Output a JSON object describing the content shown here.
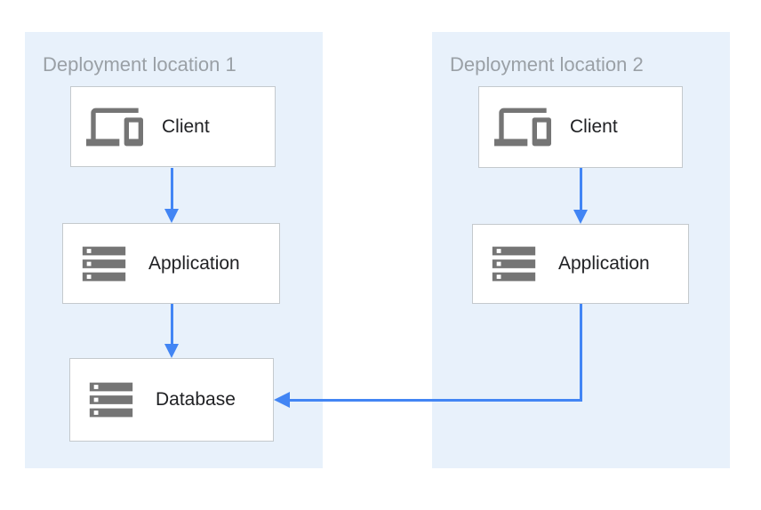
{
  "colors": {
    "zone_bg": "#E8F1FB",
    "zone_label": "#9AA0A6",
    "node_bg": "#FFFFFF",
    "node_border": "#C4C9CD",
    "node_label": "#202124",
    "icon": "#757575",
    "arrow": "#4285F4",
    "page_bg": "#FFFFFF"
  },
  "diagram": {
    "zones": [
      {
        "label": "Deployment location 1",
        "nodes": [
          {
            "id": "client-1",
            "icon": "devices-icon",
            "label": "Client"
          },
          {
            "id": "application-1",
            "icon": "storage-icon",
            "label": "Application"
          },
          {
            "id": "database-1",
            "icon": "storage-icon",
            "label": "Database"
          }
        ]
      },
      {
        "label": "Deployment location 2",
        "nodes": [
          {
            "id": "client-2",
            "icon": "devices-icon",
            "label": "Client"
          },
          {
            "id": "application-2",
            "icon": "storage-icon",
            "label": "Application"
          }
        ]
      }
    ],
    "connections": [
      {
        "from": "client-1",
        "to": "application-1",
        "style": "straight-down"
      },
      {
        "from": "application-1",
        "to": "database-1",
        "style": "straight-down"
      },
      {
        "from": "client-2",
        "to": "application-2",
        "style": "straight-down"
      },
      {
        "from": "application-2",
        "to": "database-1",
        "style": "elbow-left"
      }
    ]
  }
}
